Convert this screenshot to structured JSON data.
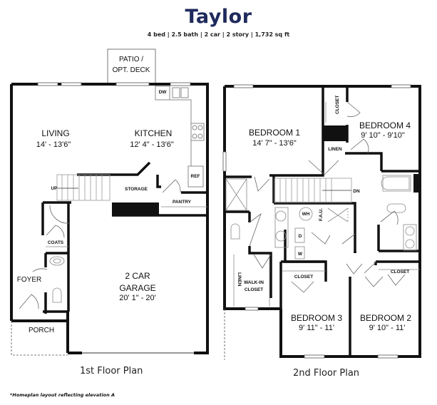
{
  "header": {
    "title": "Taylor",
    "specs": "4 bed | 2.5 bath | 2 car | 2 story | 1,732 sq ft"
  },
  "first_floor": {
    "caption": "1st Floor Plan",
    "rooms": {
      "patio_line1": "PATIO /",
      "patio_line2": "OPT. DECK",
      "living_name": "LIVING",
      "living_dim": "14' - 13'6\"",
      "kitchen_name": "KITCHEN",
      "kitchen_dim": "12' 4\" - 13'6\"",
      "dw": "DW",
      "ref": "REF",
      "up": "UP",
      "storage": "STORAGE",
      "pantry": "PANTRY",
      "coats": "COATS",
      "foyer": "FOYER",
      "porch": "PORCH",
      "garage_line1": "2 CAR",
      "garage_line2": "GARAGE",
      "garage_dim": "20' 1\" - 20'"
    }
  },
  "second_floor": {
    "caption": "2nd Floor Plan",
    "rooms": {
      "bedroom1_name": "BEDROOM 1",
      "bedroom1_dim": "14' 7\" - 13'6\"",
      "bedroom4_name": "BEDROOM 4",
      "bedroom4_dim": "9' 10\" - 9'10\"",
      "bedroom3_name": "BEDROOM 3",
      "bedroom3_dim": "9' 11\" - 11'",
      "bedroom2_name": "BEDROOM 2",
      "bedroom2_dim": "9' 10\" - 11'",
      "closet_top": "CLOSET",
      "linen_top": "LINEN",
      "linen_left": "LINEN",
      "dn": "DN",
      "wh": "WH",
      "fau": "F.A.U.",
      "dryer": "D",
      "washer": "W",
      "walkin_line1": "WALK-IN",
      "walkin_line2": "CLOSET",
      "closet_b3": "CLOSET",
      "closet_b2": "CLOSET"
    }
  },
  "footnote": "*Homeplan layout reflecting elevation A",
  "colors": {
    "title": "#1f2a5c",
    "walls": "#111111",
    "fixtures": "#888888"
  }
}
